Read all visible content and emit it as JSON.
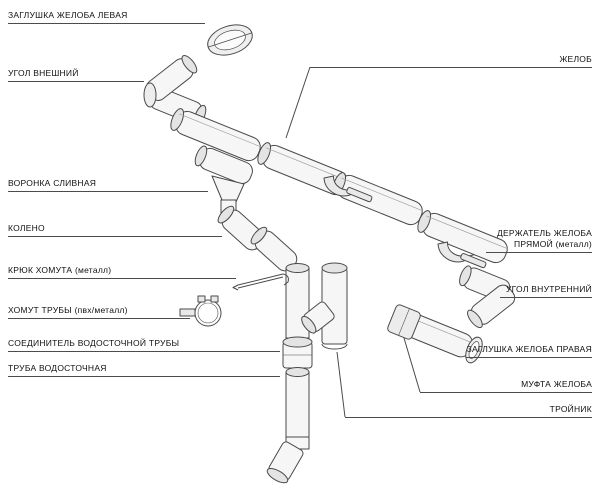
{
  "diagram": {
    "background_color": "#ffffff",
    "line_color": "#4a4a4a",
    "labels_left": [
      {
        "label": "ЗАГЛУШКА ЖЕЛОБА ЛЕВАЯ"
      },
      {
        "label": "УГОЛ ВНЕШНИЙ"
      },
      {
        "label": "ВОРОНКА СЛИВНАЯ"
      },
      {
        "label": "КОЛЕНО"
      },
      {
        "label": "КРЮК ХОМУТА (металл)"
      },
      {
        "label": "ХОМУТ ТРУБЫ (пвх/металл)"
      },
      {
        "label": "СОЕДИНИТЕЛЬ ВОДОСТОЧНОЙ ТРУБЫ"
      },
      {
        "label": "ТРУБА ВОДОСТОЧНАЯ"
      }
    ],
    "labels_right": [
      {
        "label": "ЖЕЛОБ"
      },
      {
        "label": "ДЕРЖАТЕЛЬ ЖЕЛОБА ПРЯМОЙ (металл)"
      },
      {
        "label": "УГОЛ ВНУТРЕННИЙ"
      },
      {
        "label": "ЗАГЛУШКА ЖЕЛОБА ПРАВАЯ"
      },
      {
        "label": "МУФТА ЖЕЛОБА"
      },
      {
        "label": "ТРОЙНИК"
      }
    ]
  }
}
